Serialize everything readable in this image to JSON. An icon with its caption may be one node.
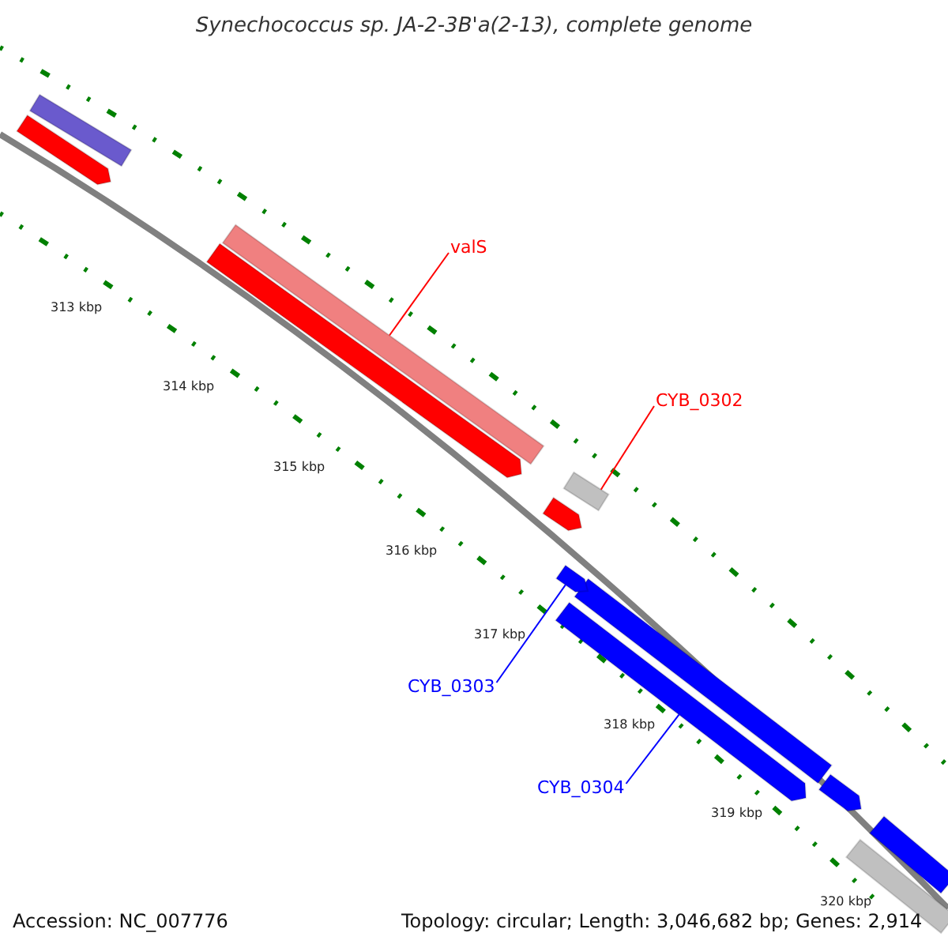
{
  "diagram": {
    "title": "Synechococcus sp. JA-2-3B'a(2-13), complete genome",
    "nodes": [
      {
        "text": [
          "valS"
        ]
      },
      {
        "text": [],
        "shape": "bar"
      },
      {
        "text": [
          "CYB_0302"
        ]
      },
      {
        "text": [],
        "shape": "bar"
      },
      {
        "text": [
          "CYB_0303"
        ]
      },
      {
        "text": [],
        "shape": "bar"
      },
      {
        "text": [
          "CYB_0304"
        ]
      },
      {
        "text": [],
        "shape": "bar"
      }
    ],
    "edges": [
      {
        "from": 0,
        "to": 1,
        "arrow": "none",
        "color": "#ff0000"
      },
      {
        "from": 2,
        "to": 3,
        "arrow": "none",
        "color": "#ff0000"
      },
      {
        "from": 4,
        "to": 5,
        "arrow": "none",
        "color": "#0000ff"
      },
      {
        "from": 6,
        "to": 7,
        "arrow": "none",
        "color": "#0000ff"
      }
    ],
    "labels": [
      "313 kbp",
      "314 kbp",
      "315 kbp",
      "316 kbp",
      "317 kbp",
      "318 kbp",
      "319 kbp",
      "320 kbp",
      "Accession: NC_007776",
      "Topology: circular; Length: 3,046,682 bp; Genes: 2,914"
    ]
  }
}
